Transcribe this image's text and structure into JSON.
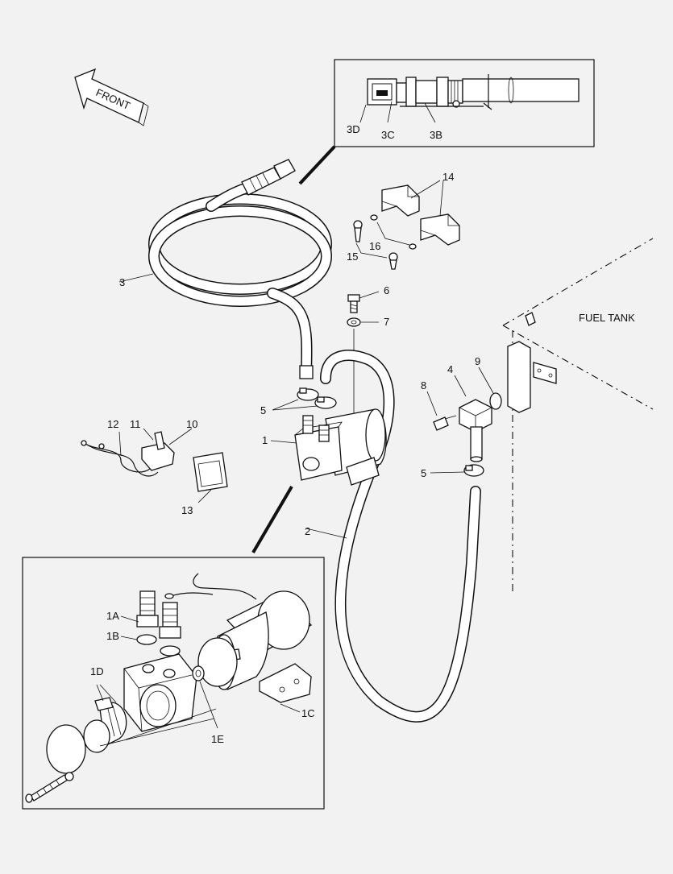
{
  "diagram": {
    "front_label": "FRONT",
    "fuel_tank_label": "FUEL TANK",
    "callouts": {
      "c1": "1",
      "c1A": "1A",
      "c1B": "1B",
      "c1C": "1C",
      "c1D": "1D",
      "c1E": "1E",
      "c2": "2",
      "c3": "3",
      "c3B": "3B",
      "c3C": "3C",
      "c3D": "3D",
      "c4": "4",
      "c5a": "5",
      "c5b": "5",
      "c6": "6",
      "c7": "7",
      "c8": "8",
      "c9": "9",
      "c10": "10",
      "c11": "11",
      "c12": "12",
      "c13": "13",
      "c14": "14",
      "c15": "15",
      "c16": "16"
    }
  }
}
